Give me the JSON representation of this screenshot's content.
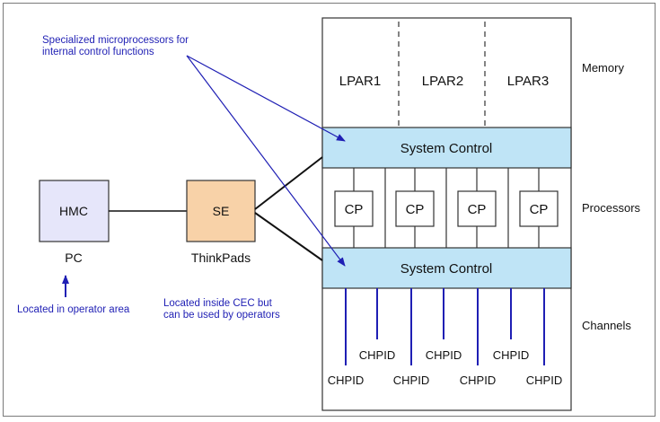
{
  "annotations": {
    "specialized_line1": "Specialized microprocessors for",
    "specialized_line2": "internal control functions",
    "operator_area": "Located in operator area",
    "inside_cec_line1": "Located inside CEC but",
    "inside_cec_line2": "can be used by operators"
  },
  "hmc": {
    "label": "HMC",
    "caption": "PC"
  },
  "se": {
    "label": "SE",
    "caption": "ThinkPads"
  },
  "memory": {
    "label": "Memory",
    "partitions": [
      "LPAR1",
      "LPAR2",
      "LPAR3"
    ]
  },
  "system_control": {
    "top_label": "System Control",
    "bottom_label": "System Control"
  },
  "processors": {
    "label": "Processors",
    "cps": [
      "CP",
      "CP",
      "CP",
      "CP"
    ]
  },
  "channels": {
    "label": "Channels",
    "chpids_upper": [
      "CHPID",
      "CHPID",
      "CHPID"
    ],
    "chpids_lower": [
      "CHPID",
      "CHPID",
      "CHPID",
      "CHPID"
    ]
  },
  "colors": {
    "annotation_blue": "#1f1fb4",
    "system_control_fill": "#bfe4f6",
    "hmc_fill": "#e6e6fa",
    "se_fill": "#f8d2a8"
  }
}
